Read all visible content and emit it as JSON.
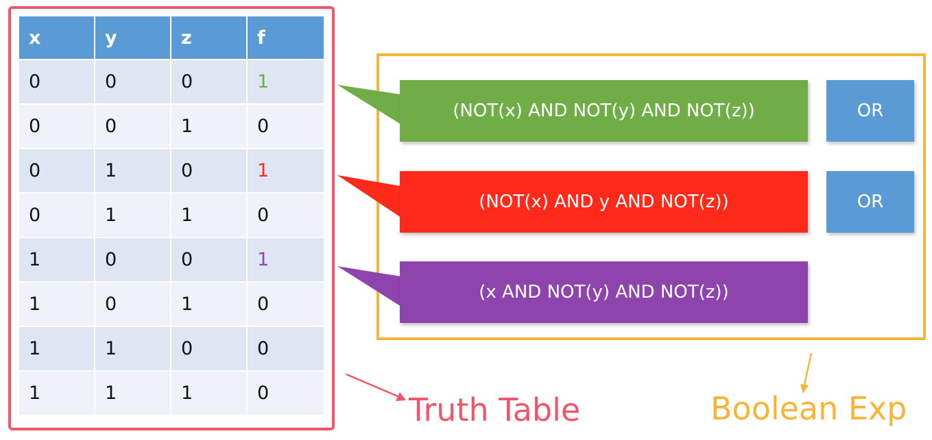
{
  "truth_table": {
    "headers": [
      "x",
      "y",
      "z",
      "f"
    ],
    "rows": [
      [
        "0",
        "0",
        "0",
        "1"
      ],
      [
        "0",
        "0",
        "1",
        "0"
      ],
      [
        "0",
        "1",
        "0",
        "1"
      ],
      [
        "0",
        "1",
        "1",
        "0"
      ],
      [
        "1",
        "0",
        "0",
        "1"
      ],
      [
        "1",
        "0",
        "1",
        "0"
      ],
      [
        "1",
        "1",
        "0",
        "0"
      ],
      [
        "1",
        "1",
        "1",
        "0"
      ]
    ],
    "highlight_colors": {
      "0": "#70ad47",
      "2": "#ff2a1a",
      "4": "#8e44ad"
    }
  },
  "expressions": [
    {
      "text": "(NOT(x) AND NOT(y) AND NOT(z))",
      "color": "#70ad47"
    },
    {
      "text": "(NOT(x) AND y AND NOT(z))",
      "color": "#ff2a1a"
    },
    {
      "text": "(x AND NOT(y) AND NOT(z))",
      "color": "#8e44ad"
    }
  ],
  "operators": [
    "OR",
    "OR"
  ],
  "captions": {
    "truth_table": "Truth Table",
    "boolean_exp": "Boolean Exp"
  },
  "colors": {
    "table_frame": "#f0566a",
    "expr_frame": "#f7b538",
    "header": "#5b9bd5",
    "or_box": "#5b9bd5"
  }
}
